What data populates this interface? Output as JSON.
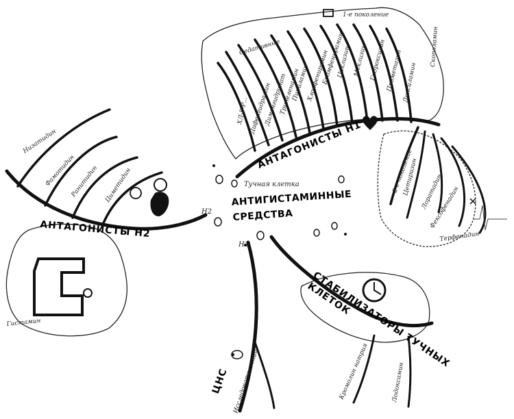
{
  "center": {
    "line1": "АНТИГИСТАМИННЫЕ",
    "line2": "СРЕДСТВА"
  },
  "labels": {
    "mast_cell": "Тучная клетка",
    "h1_marker": "H1",
    "h2_marker": "H2"
  },
  "h1_group": {
    "title": "АНТАГОНИСТЫ Н1",
    "first_generation": {
      "title": "1-е поколение",
      "sedating": "Седативные",
      "drugs": [
        "ХЛ-Р-Р...",
        "Дифенгидрамин",
        "Дименгидринат",
        "Трипеленамин",
        "Пириламин",
        "Хлорфенирамин",
        "Бромфенирамин",
        "Циклизин",
        "Меклизин",
        "Гидроксизин",
        "Прометазин",
        "Доксиламин",
        "Скополамин"
      ]
    },
    "second_generation": {
      "title": "2-е поколение",
      "drugs": [
        "Цетиризин",
        "Лоратадин",
        "Фексофенадин",
        "Терфенадин"
      ]
    }
  },
  "h2_group": {
    "title": "АНТАГОНИСТЫ Н2",
    "drugs": [
      "Низатидин",
      "Фамотидин",
      "Ранитидин",
      "Циметидин"
    ],
    "histamine_label": "Гистамин"
  },
  "cns": {
    "title": "ЦНС",
    "drug": "Исследовательский"
  },
  "stabilizers": {
    "title_line1": "СТАБИЛИЗАТОРЫ ТУЧНЫХ",
    "title_line2": "КЛЕТОК",
    "drugs": [
      "Кромолин натрия",
      "Лодоксамин"
    ]
  },
  "colors": {
    "ink": "#111111",
    "paper": "#ffffff",
    "light_ink": "#666666"
  }
}
